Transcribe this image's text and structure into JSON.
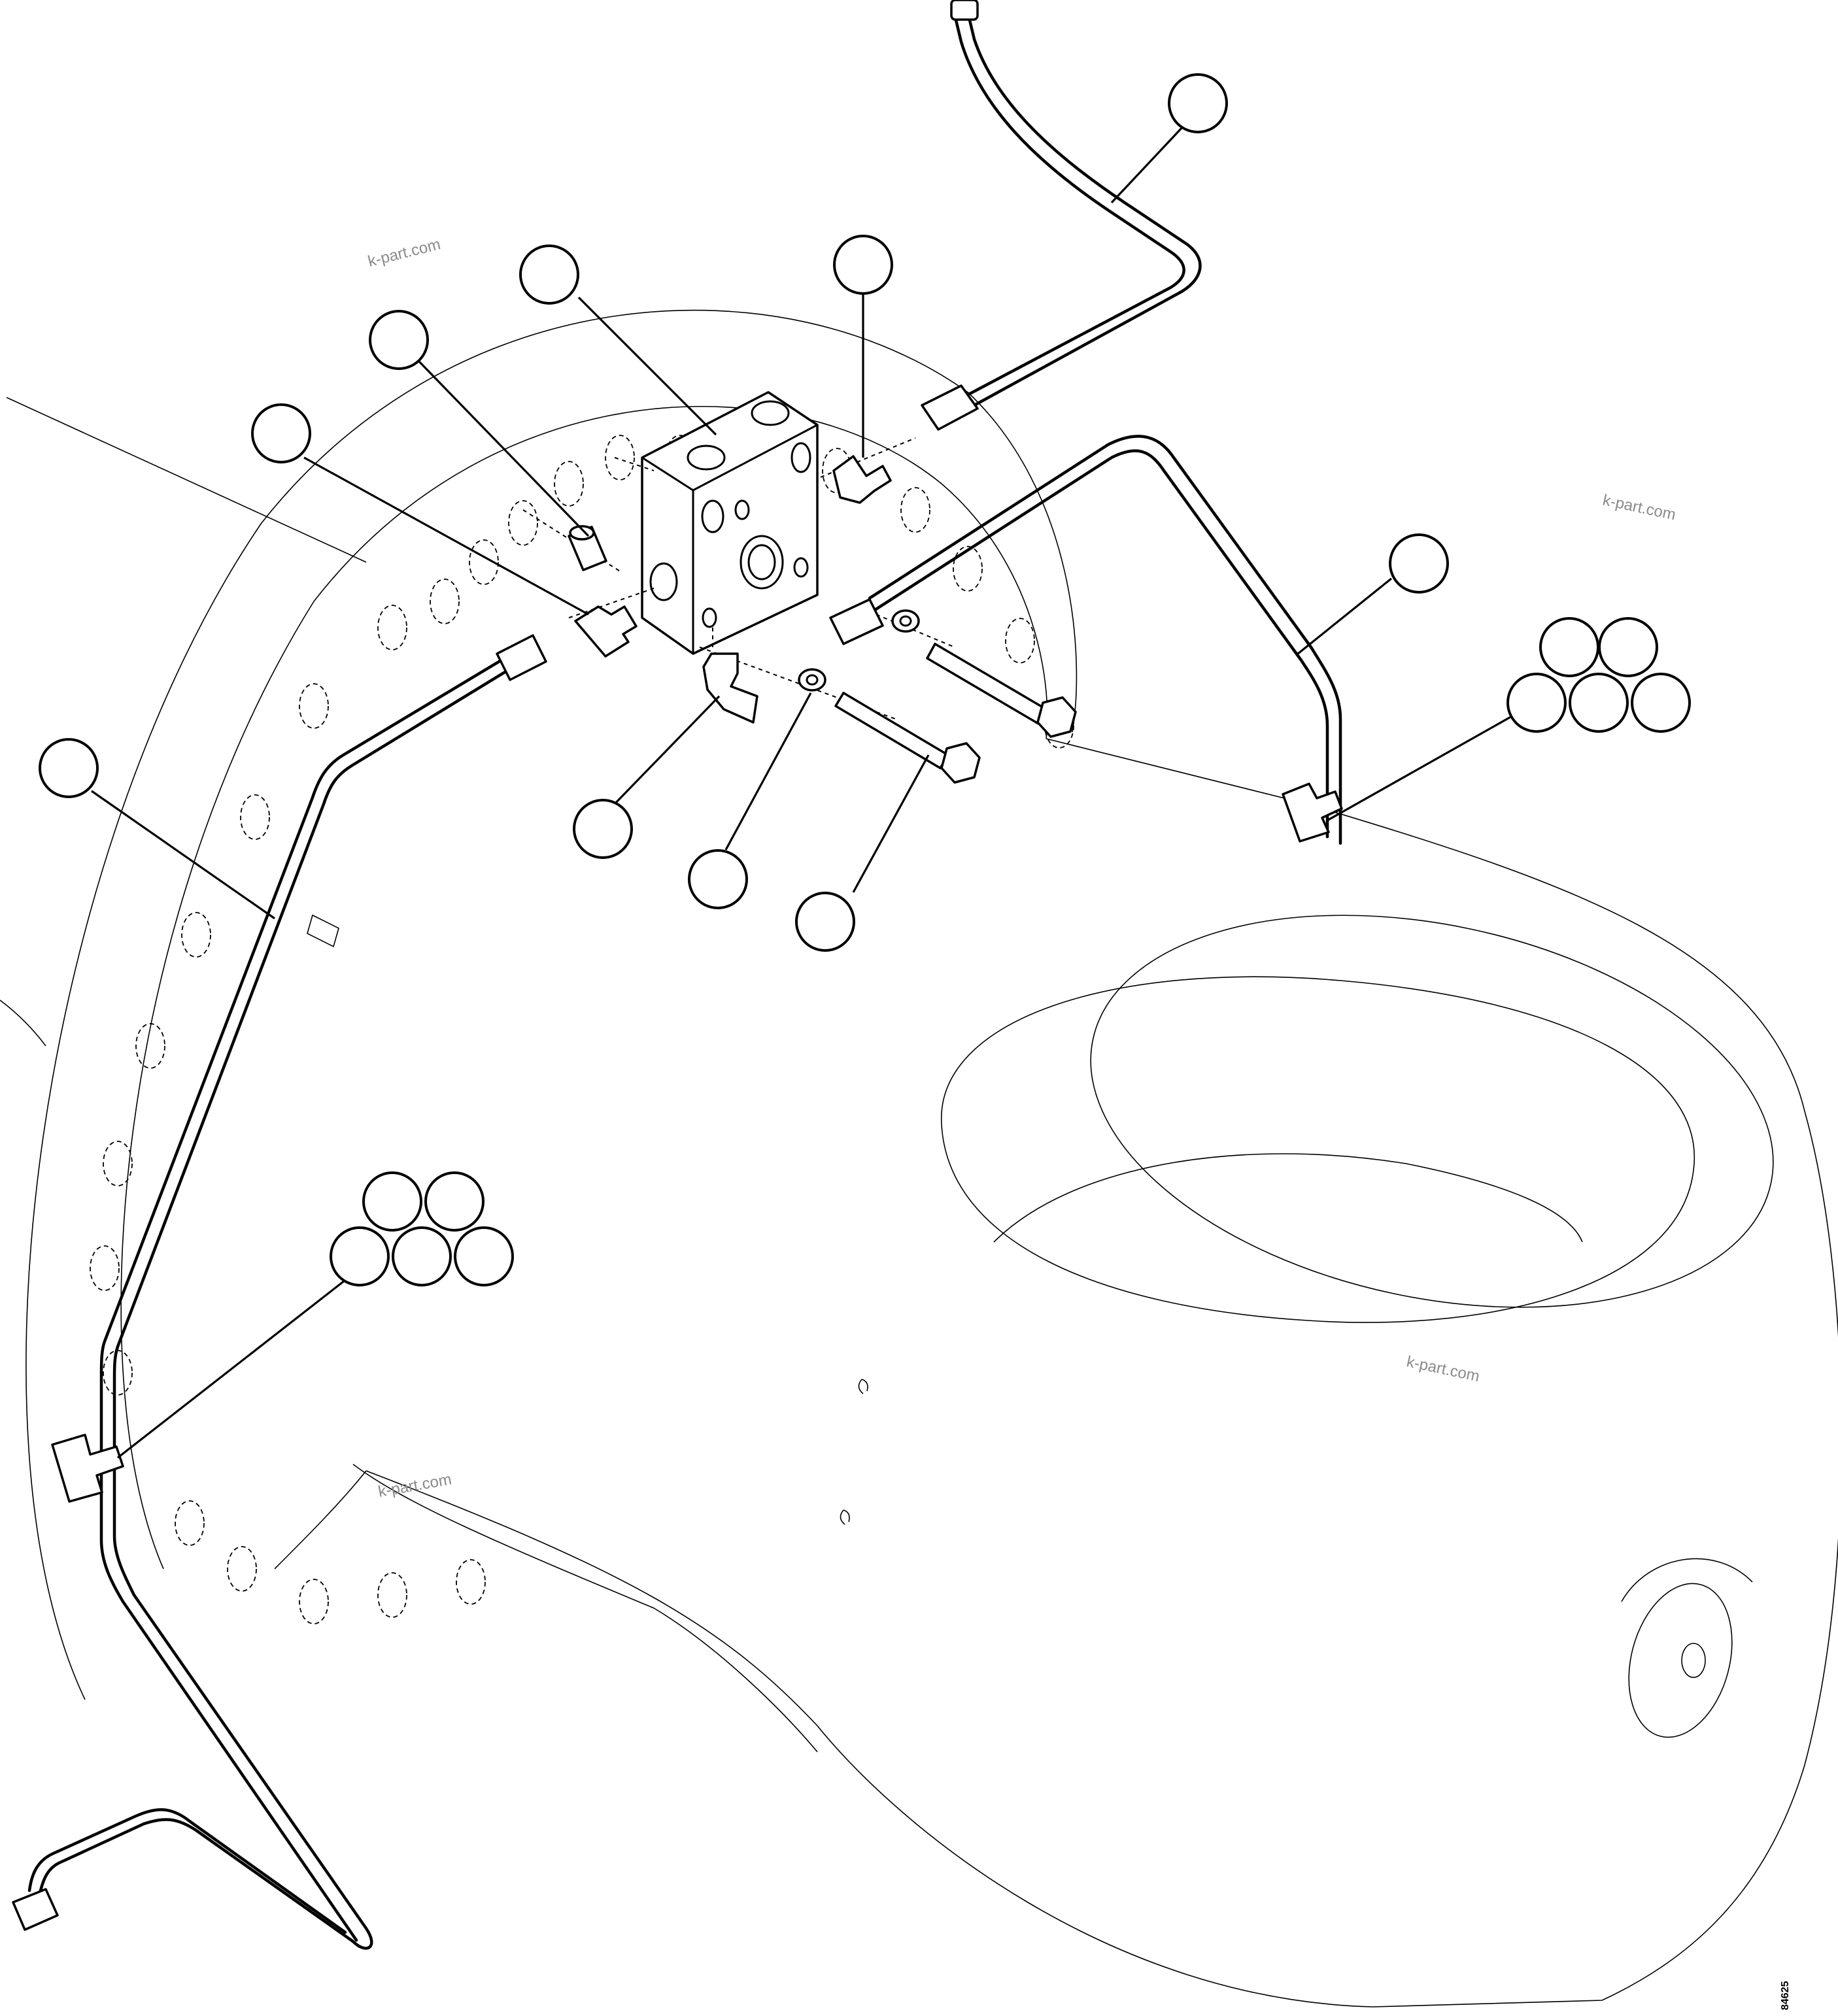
{
  "watermarks": [
    "k-part.com",
    "k-part.com",
    "k-part.com",
    "k-part.com"
  ],
  "drawing_code": "84625",
  "colors": {
    "line": "#000000",
    "background": "#ffffff",
    "watermark": "#8a8a8a"
  }
}
